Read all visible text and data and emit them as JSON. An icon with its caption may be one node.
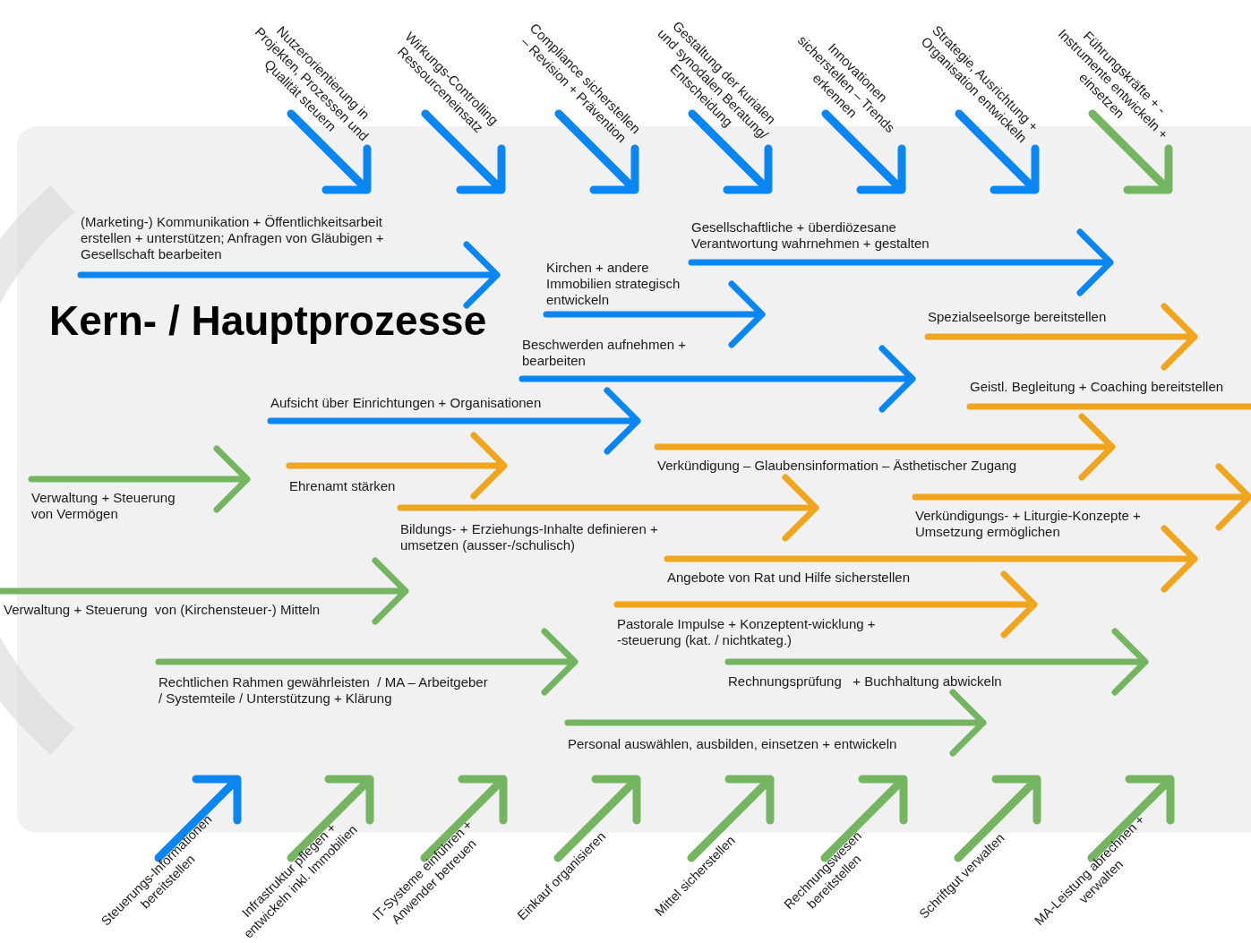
{
  "diagram": {
    "nodes": [
      {
        "text": [
          "Kern- / Hauptprozesse"
        ]
      }
    ],
    "labels": [
      "Nutzerorientierung in Projekten, Prozessen und Qualität steuern",
      "Wirkungs-Controlling Ressourceneinsatz",
      "Compliance sicherstellen – Revision + Prävention",
      "Gestaltung der kurialen und synodalen Beratung/ Entscheidung",
      "Innovationen sicherstellen – Trends erkennen",
      "Strategie, Ausrichtung + Organisation entwickeln",
      "Führungskräfte + -Instrumente entwickeln + einsetzen",
      "(Marketing-) Kommunikation + Öffentlichkeitsarbeit erstellen + unterstützen; Anfragen von Gläubigen + Gesellschaft bearbeiten",
      "Gesellschaftliche + überdiözesane Verantwortung wahrnehmen + gestalten",
      "Kirchen + andere Immobilien strategisch entwickeln",
      "Spezialseelsorge bereitstellen",
      "Beschwerden aufnehmen + bearbeiten",
      "Geistl. Begleitung + Coaching bereitstellen",
      "Aufsicht über Einrichtungen + Organisationen",
      "Verkündigung – Glaubensinformation – Ästhetischer Zugang",
      "Ehrenamt stärken",
      "Verwaltung + Steuerung von Vermögen",
      "Verkündigungs- + Liturgie-Konzepte + Umsetzung ermöglichen",
      "Bildungs- + Erziehungs-Inhalte definieren + umsetzen (ausser-/schulisch)",
      "Angebote von Rat und Hilfe sicherstellen",
      "Verwaltung + Steuerung  von (Kirchensteuer-) Mitteln",
      "Pastorale Impulse + Konzeptent-wicklung + -steuerung (kat. / nichtkateg.)",
      "Rechtlichen Rahmen gewährleisten  / MA – Arbeitgeber / Systemteile / Unterstützung + Klärung",
      "Rechnungsprüfung   + Buchhaltung abwickeln",
      "Personal auswählen, ausbilden, einsetzen + entwickeln",
      "Steuerungs-Informationen bereitstellen",
      "Infrastruktur pflegen + entwickeln inkl. Immobilien",
      "IT-Systeme einführen + Anwender betreuen",
      "Einkauf organisieren",
      "Mittel sicherstellen",
      "Rechnungswesen bereitstellen",
      "Schriftgut verwalten",
      "MA-Leistung abrechnen + verwalten"
    ]
  }
}
